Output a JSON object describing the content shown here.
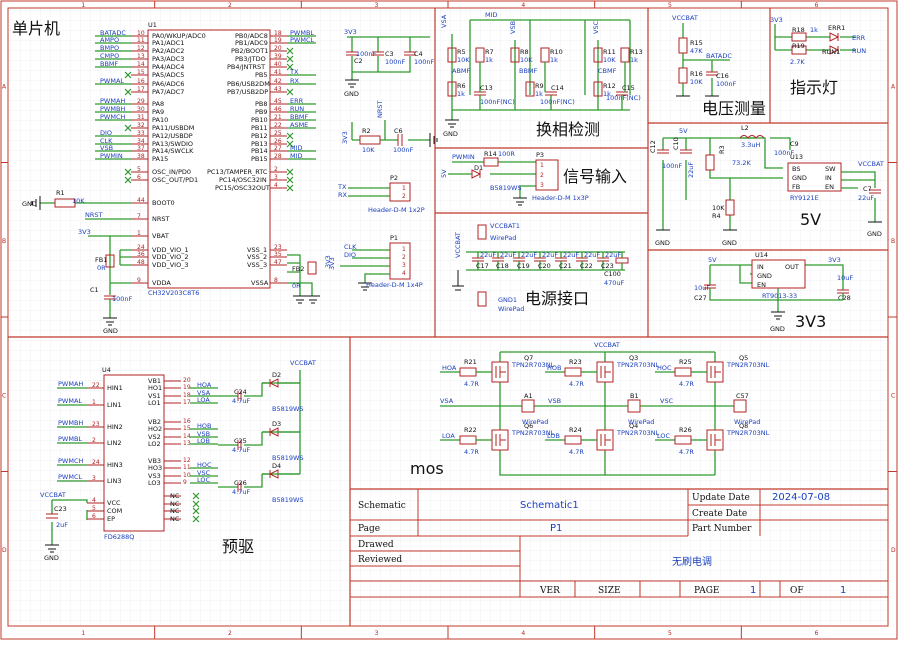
{
  "sections": {
    "mcu": "单片机",
    "commutation": "换相检测",
    "voltage": "电压测量",
    "indicator": "指示灯",
    "signal": "信号输入",
    "power": "电源接口",
    "v5": "5V",
    "v33": "3V3",
    "predrive": "预驱",
    "mos": "mos"
  },
  "border": {
    "cols": [
      "1",
      "2",
      "3",
      "4",
      "5",
      "6"
    ],
    "rows": [
      "A",
      "B",
      "C",
      "D"
    ]
  },
  "mcu": {
    "ref": "U1",
    "part": "CH32V203C8T6",
    "left_pins": [
      {
        "num": "10",
        "name": "PA0/WKUP/ADC0",
        "net": "BATADC"
      },
      {
        "num": "11",
        "name": "PA1/ADC1",
        "net": "AMPO"
      },
      {
        "num": "12",
        "name": "PA2/ADC2",
        "net": "BMPO"
      },
      {
        "num": "13",
        "name": "PA3/ADC3",
        "net": "CMPO"
      },
      {
        "num": "14",
        "name": "PA4/ADC4",
        "net": "BBMF"
      },
      {
        "num": "15",
        "name": "PA5/ADC5",
        "net": ""
      },
      {
        "num": "16",
        "name": "PA6/ADC6",
        "net": "PWMAL"
      },
      {
        "num": "17",
        "name": "PA7/ADC7",
        "net": ""
      },
      {
        "num": "29",
        "name": "PA8",
        "net": "PWMAH"
      },
      {
        "num": "30",
        "name": "PA9",
        "net": "PWMBH"
      },
      {
        "num": "31",
        "name": "PA10",
        "net": "PWMCH"
      },
      {
        "num": "32",
        "name": "PA11/USBDM",
        "net": ""
      },
      {
        "num": "33",
        "name": "PA12/USBDP",
        "net": "DIO"
      },
      {
        "num": "34",
        "name": "PA13/SWDIO",
        "net": "CLK"
      },
      {
        "num": "37",
        "name": "PA14/SWCLK",
        "net": "VSB"
      },
      {
        "num": "38",
        "name": "PA15",
        "net": "PWMIN"
      }
    ],
    "right_pins": [
      {
        "num": "18",
        "name": "PB0/ADC8",
        "net": "PWMBL"
      },
      {
        "num": "19",
        "name": "PB1/ADC9",
        "net": "PWMCL"
      },
      {
        "num": "20",
        "name": "PB2/BOOT1",
        "net": ""
      },
      {
        "num": "39",
        "name": "PB3/JTDO",
        "net": ""
      },
      {
        "num": "40",
        "name": "PB4/JNTRST",
        "net": ""
      },
      {
        "num": "41",
        "name": "PB5",
        "net": "TX"
      },
      {
        "num": "42",
        "name": "PB6/USB2DM",
        "net": "RX"
      },
      {
        "num": "43",
        "name": "PB7/USB2DP",
        "net": ""
      },
      {
        "num": "45",
        "name": "PB8",
        "net": "ERR"
      },
      {
        "num": "46",
        "name": "PB9",
        "net": "RUN"
      },
      {
        "num": "21",
        "name": "PB10",
        "net": "BBMF"
      },
      {
        "num": "22",
        "name": "PB11",
        "net": "ASME"
      },
      {
        "num": "25",
        "name": "PB12",
        "net": ""
      },
      {
        "num": "26",
        "name": "PB13",
        "net": ""
      },
      {
        "num": "27",
        "name": "PB14",
        "net": "MID"
      },
      {
        "num": "28",
        "name": "PB15",
        "net": "MID"
      }
    ],
    "osc_pins": [
      {
        "num": "5",
        "name": "OSC_IN/PD0"
      },
      {
        "num": "6",
        "name": "OSC_OUT/PD1"
      },
      {
        "num": "2",
        "name": "PC13/TAMPER_RTC"
      },
      {
        "num": "3",
        "name": "PC14/OSC32IN"
      },
      {
        "num": "4",
        "name": "PC15/OSC32OUT"
      }
    ],
    "sys_pins": [
      {
        "num": "44",
        "name": "BOOT0"
      },
      {
        "num": "7",
        "name": "NRST"
      },
      {
        "num": "1",
        "name": "VBAT"
      }
    ],
    "vdd_pins": [
      {
        "num": "24",
        "name": "VDD_VIO_1"
      },
      {
        "num": "36",
        "name": "VDD_VIO_2"
      },
      {
        "num": "48",
        "name": "VDD_VIO_3"
      },
      {
        "num": "9",
        "name": "VDDA"
      }
    ],
    "vss_pins": [
      {
        "num": "23",
        "name": "VSS_1"
      },
      {
        "num": "35",
        "name": "VSS_2"
      },
      {
        "num": "47",
        "name": "VSS_3"
      },
      {
        "num": "8",
        "name": "VSSA"
      }
    ],
    "r1": {
      "ref": "R1",
      "val": "10K"
    },
    "fb1": {
      "ref": "FB1",
      "val": "0R"
    },
    "c1": {
      "ref": "C1",
      "val": "100nF"
    },
    "fb2": {
      "ref": "FB2",
      "val": "0R"
    },
    "nrst": "NRST",
    "v33": "3V3"
  },
  "decoupling": {
    "net": "3V3",
    "c2": {
      "ref": "C2",
      "val": "100nF"
    },
    "c3": {
      "ref": "C3",
      "val": "100nF"
    },
    "c4": {
      "ref": "C4",
      "val": "100nF"
    },
    "gnd": "GND"
  },
  "reset": {
    "net": "NRST",
    "r2": {
      "ref": "R2",
      "val": "10K"
    },
    "c6": {
      "ref": "C6",
      "val": "100nF"
    },
    "v33": "3V3"
  },
  "p2": {
    "ref": "P2",
    "part": "Header-D-M 1x2P",
    "nets": [
      "TX",
      "RX"
    ]
  },
  "p1": {
    "ref": "P1",
    "part": "Header-D-M 1x4P",
    "nets": [
      "CLK",
      "DIO",
      "3V3"
    ]
  },
  "commutation": {
    "top_net": "MID",
    "r5": {
      "ref": "R5",
      "val": "10K"
    },
    "r6": {
      "ref": "R6",
      "val": "1k"
    },
    "r7": {
      "ref": "R7",
      "val": "1k"
    },
    "r8": {
      "ref": "R8",
      "val": "10K"
    },
    "r9": {
      "ref": "R9",
      "val": "1k"
    },
    "r10": {
      "ref": "R10",
      "val": "1k"
    },
    "r11": {
      "ref": "R11",
      "val": "10K"
    },
    "r12": {
      "ref": "R12",
      "val": "1k"
    },
    "r13": {
      "ref": "R13",
      "val": "1k"
    },
    "c13": {
      "ref": "C13",
      "val": "100nF(NC)"
    },
    "c14": {
      "ref": "C14",
      "val": "100nF(NC)"
    },
    "c15": {
      "ref": "C15",
      "val": "100nF(NC)"
    },
    "nets": [
      "VSA",
      "VSB",
      "VSC",
      "ABMF",
      "BBMF",
      "CBMF"
    ]
  },
  "voltage": {
    "vcc": "VCCBAT",
    "r15": {
      "ref": "R15",
      "val": "47K"
    },
    "r16": {
      "ref": "R16",
      "val": "10K"
    },
    "c16": {
      "ref": "C16",
      "val": "100nF"
    },
    "net": "BATADC"
  },
  "indicator": {
    "v33": "3V3",
    "r18": {
      "ref": "R18",
      "val": "1k"
    },
    "r19": {
      "ref": "R19",
      "val": "2.7K"
    },
    "led1": {
      "ref": "ERR1",
      "net": "ERR"
    },
    "led2": {
      "ref": "RUN1",
      "net": "RUN"
    }
  },
  "signal": {
    "net": "PWMIN",
    "r14": {
      "ref": "R14",
      "val": "100R"
    },
    "d1": {
      "ref": "D1",
      "part": "B5819WS"
    },
    "p3": {
      "ref": "P3",
      "part": "Header-D-M 1x3P"
    },
    "v5": "5V"
  },
  "power": {
    "vcc": "VCCBAT",
    "pad1": {
      "ref": "VCCBAT1",
      "part": "WirePad"
    },
    "pad2": {
      "ref": "GND1",
      "part": "WirePad"
    },
    "caps": [
      {
        "ref": "C17",
        "val": "22uF"
      },
      {
        "ref": "C18",
        "val": "22uF"
      },
      {
        "ref": "C19",
        "val": "22uF"
      },
      {
        "ref": "C20",
        "val": "22uF"
      },
      {
        "ref": "C21",
        "val": "22uF"
      },
      {
        "ref": "C22",
        "val": "22uF"
      },
      {
        "ref": "C23",
        "val": "22uF"
      }
    ],
    "c100": {
      "ref": "C100",
      "val": "470uF"
    }
  },
  "v5": {
    "in": "5V",
    "out": "VCCBAT",
    "c12": {
      "ref": "C12",
      "val": "100nF"
    },
    "c10": {
      "ref": "C10",
      "val": "22uF"
    },
    "r3": {
      "ref": "R3",
      "val": "73.2K"
    },
    "r4": {
      "ref": "R4",
      "val": "10K"
    },
    "l2": {
      "ref": "L2",
      "val": "3.3uH"
    },
    "c9": {
      "ref": "C9",
      "val": "100nF"
    },
    "c7": {
      "ref": "C7",
      "val": "22uF"
    },
    "ic": {
      "ref": "U13",
      "part": "RY9121E",
      "pins": [
        "BS",
        "GND",
        "FB",
        "SW",
        "IN",
        "EN"
      ]
    }
  },
  "v33": {
    "in": "5V",
    "out": "3V3",
    "ic": {
      "ref": "U14",
      "part": "RT9013-33",
      "pins": [
        "IN",
        "GND",
        "EN",
        "OUT"
      ]
    },
    "c27": {
      "ref": "C27",
      "val": "10uF"
    },
    "c28": {
      "ref": "C28",
      "val": "10uF"
    }
  },
  "predrive": {
    "ic": {
      "ref": "U4",
      "part": "FD6288Q"
    },
    "inputs": [
      {
        "num": "22",
        "name": "HIN1",
        "net": "PWMAH"
      },
      {
        "num": "1",
        "name": "LIN1",
        "net": "PWMAL"
      },
      {
        "num": "23",
        "name": "HIN2",
        "net": "PWMBH"
      },
      {
        "num": "2",
        "name": "LIN2",
        "net": "PWMBL"
      },
      {
        "num": "24",
        "name": "HIN3",
        "net": "PWMCH"
      },
      {
        "num": "3",
        "name": "LIN3",
        "net": "PWMCL"
      }
    ],
    "outputs": [
      {
        "num": "20",
        "name": "VB1",
        "net": ""
      },
      {
        "num": "19",
        "name": "HO1",
        "net": "HOA"
      },
      {
        "num": "18",
        "name": "VS1",
        "net": "VSA"
      },
      {
        "num": "17",
        "name": "LO1",
        "net": "LOA"
      },
      {
        "num": "16",
        "name": "VB2",
        "net": ""
      },
      {
        "num": "15",
        "name": "HO2",
        "net": "HOB"
      },
      {
        "num": "14",
        "name": "VS2",
        "net": "VSB"
      },
      {
        "num": "13",
        "name": "LO2",
        "net": "LOB"
      },
      {
        "num": "12",
        "name": "VB3",
        "net": ""
      },
      {
        "num": "11",
        "name": "HO3",
        "net": "HOC"
      },
      {
        "num": "10",
        "name": "VS3",
        "net": "VSC"
      },
      {
        "num": "9",
        "name": "LO3",
        "net": "LOC"
      }
    ],
    "misc": [
      {
        "num": "4",
        "name": "VCC"
      },
      {
        "num": "5",
        "name": "COM"
      },
      {
        "num": "6",
        "name": "EP"
      }
    ],
    "nc": [
      "NC",
      "NC",
      "NC",
      "NC"
    ],
    "vcc": "VCCBAT",
    "c23": {
      "ref": "C23",
      "val": "2uF"
    },
    "boot_caps": [
      {
        "ref": "C24",
        "val": "4.7uF"
      },
      {
        "ref": "C25",
        "val": "4.7uF"
      },
      {
        "ref": "C26",
        "val": "4.7uF"
      }
    ],
    "diodes": [
      {
        "ref": "D2",
        "part": "B5819WS"
      },
      {
        "ref": "D3",
        "part": "B5819WS"
      },
      {
        "ref": "D4",
        "part": "B5819WS"
      }
    ]
  },
  "mos": {
    "vcc": "VCCBAT",
    "fets": [
      {
        "ref": "Q7",
        "part": "TPN2R703NL"
      },
      {
        "ref": "Q3",
        "part": "TPN2R703NL"
      },
      {
        "ref": "Q5",
        "part": "TPN2R703NL"
      },
      {
        "ref": "Q6",
        "part": "TPN2R703NL"
      },
      {
        "ref": "Q4",
        "part": "TPN2R703NL"
      },
      {
        "ref": "Q8",
        "part": "TPN2R703NL"
      }
    ],
    "res": [
      {
        "ref": "R21",
        "val": "4.7R"
      },
      {
        "ref": "R23",
        "val": "4.7R"
      },
      {
        "ref": "R25",
        "val": "4.7R"
      },
      {
        "ref": "R22",
        "val": "4.7R"
      },
      {
        "ref": "R24",
        "val": "4.7R"
      },
      {
        "ref": "R26",
        "val": "4.7R"
      }
    ],
    "gate_nets": [
      "HOA",
      "HOB",
      "HOC",
      "LOA",
      "LOB",
      "LOC"
    ],
    "phase_nets": [
      "VSA",
      "VSB",
      "VSC"
    ],
    "pads": [
      {
        "ref": "A1",
        "part": "WirePad"
      },
      {
        "ref": "B1",
        "part": "WirePad"
      },
      {
        "ref": "C57",
        "part": "WirePad"
      }
    ]
  },
  "title_block": {
    "schematic_label": "Schematic",
    "schematic_value": "Schematic1",
    "page_label": "Page",
    "page_value": "P1",
    "drawed_label": "Drawed",
    "reviewed_label": "Reviewed",
    "update_label": "Update Date",
    "update_value": "2024-07-08",
    "create_label": "Create Date",
    "part_label": "Part Number",
    "project": "无刷电调",
    "ver_label": "VER",
    "size_label": "SIZE",
    "pg_label": "PAGE",
    "pg_value": "1",
    "of_label": "OF",
    "of_value": "1"
  }
}
